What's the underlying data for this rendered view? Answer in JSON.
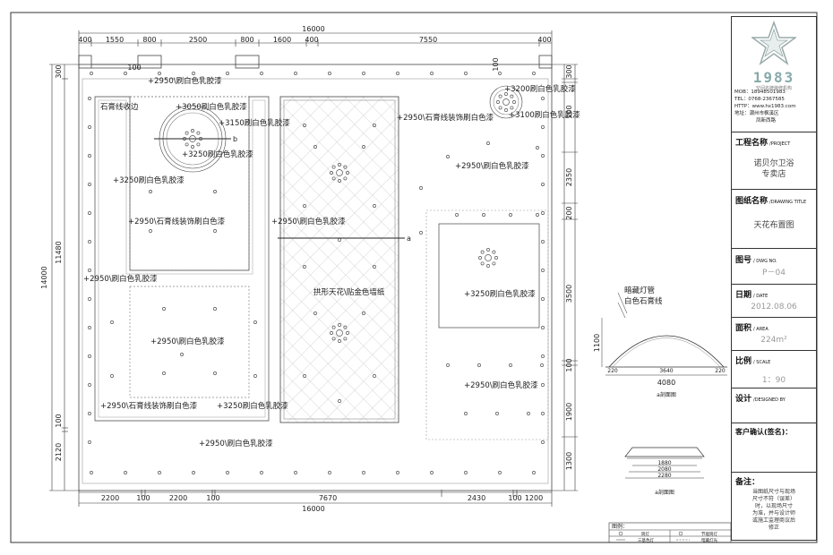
{
  "dimensions": {
    "top_total": "16000",
    "top_segments": [
      "400",
      "1550",
      "800",
      "2500",
      "800",
      "1600",
      "400",
      "7550",
      "400"
    ],
    "top_inner_left": "100",
    "top_inner_right": "100",
    "left_total": "14000",
    "left_inner": "11480",
    "left_segments": [
      "300",
      "100",
      "2120"
    ],
    "bottom_total": "16000",
    "bottom_segments": [
      "2200",
      "100",
      "2200",
      "100",
      "7670",
      "2430",
      "100",
      "1200"
    ],
    "right_segments": [
      "300",
      "100",
      "2350",
      "200",
      "3500",
      "100",
      "1900",
      "1300"
    ]
  },
  "labels": {
    "l1": "+2950\\刷白色乳胶漆",
    "l2": "+3200刷白色乳胶漆",
    "l3": "+3100刷白色乳胶漆",
    "l4": "石膏线收边",
    "l5": "+3050刷白色乳胶漆",
    "l6": "+3150刷白色乳胶漆",
    "l7": "+3250刷白色乳胶漆",
    "l8": "+2950\\石膏线装饰刷白色漆",
    "l9": "+2950\\刷白色乳胶漆",
    "l10": "+3250刷白色乳胶漆",
    "l11": "+2950\\石膏线装饰刷白色漆",
    "l12": "+2950\\刷白色乳胶漆",
    "l13": "+2950\\刷白色乳胶漆",
    "l14": "拱形天花\\贴金色墙纸",
    "l15": "+3250刷白色乳胶漆",
    "l16": "+2950\\刷白色乳胶漆",
    "l17": "+2950\\刷白色乳胶漆",
    "l18": "+2950\\石膏线装饰刷白色漆",
    "l19": "+3250刷白色乳胶漆",
    "l20": "+2950\\刷白色乳胶漆",
    "mark_a": "a",
    "mark_b": "b"
  },
  "section_a": {
    "callout1": "暗藏灯管",
    "callout2": "白色石膏线",
    "height": "1100",
    "seg_left": "220",
    "seg_mid": "3640",
    "seg_right": "220",
    "total": "4080",
    "caption": "a剖面图"
  },
  "section_b": {
    "d1": "1880",
    "d2": "2080",
    "d3": "2280",
    "caption": "a剖面图"
  },
  "legend": {
    "title": "图例：",
    "items": [
      "筒灯",
      "",
      "节能筒灯",
      "",
      "",
      "三基色灯",
      "",
      "暗藏灯光"
    ]
  },
  "panel": {
    "logo": "1983",
    "logo_sub": "空间名牌装修机构",
    "mob": "MOB：18948501983",
    "tel": "TEL：0768-2367585",
    "http": "HTTP：www.hx1983.com",
    "addr1": "地址：潮州市枫溪区",
    "addr2": "凤新西路",
    "project_label": "工程名称",
    "project_sub": "/PROJECT",
    "project_1": "诺贝尔卫浴",
    "project_2": "专卖店",
    "drawing_label": "图纸名称",
    "drawing_sub": "/DRAWING TITLE",
    "drawing": "天花布置图",
    "no_label": "图号",
    "no_sub": "/ DWG NO.",
    "no": "P－04",
    "date_label": "日期",
    "date_sub": "/ DATE",
    "date": "2012.08.06",
    "area_label": "面积",
    "area_sub": "/ AREA",
    "area": "224m²",
    "scale_label": "比例",
    "scale_sub": "/ SCALE",
    "scale": "1：90",
    "designer_label": "设计",
    "designer_sub": "/DESIGNED BY",
    "client_label": "客户确认(签名)：",
    "remarks_label": "备注：",
    "remarks": [
      "当图纸尺寸与现场",
      "尺寸不符（误差）",
      "时，以现场尺寸",
      "为准，并与设计师",
      "或施工监理商议后",
      "修正"
    ]
  }
}
